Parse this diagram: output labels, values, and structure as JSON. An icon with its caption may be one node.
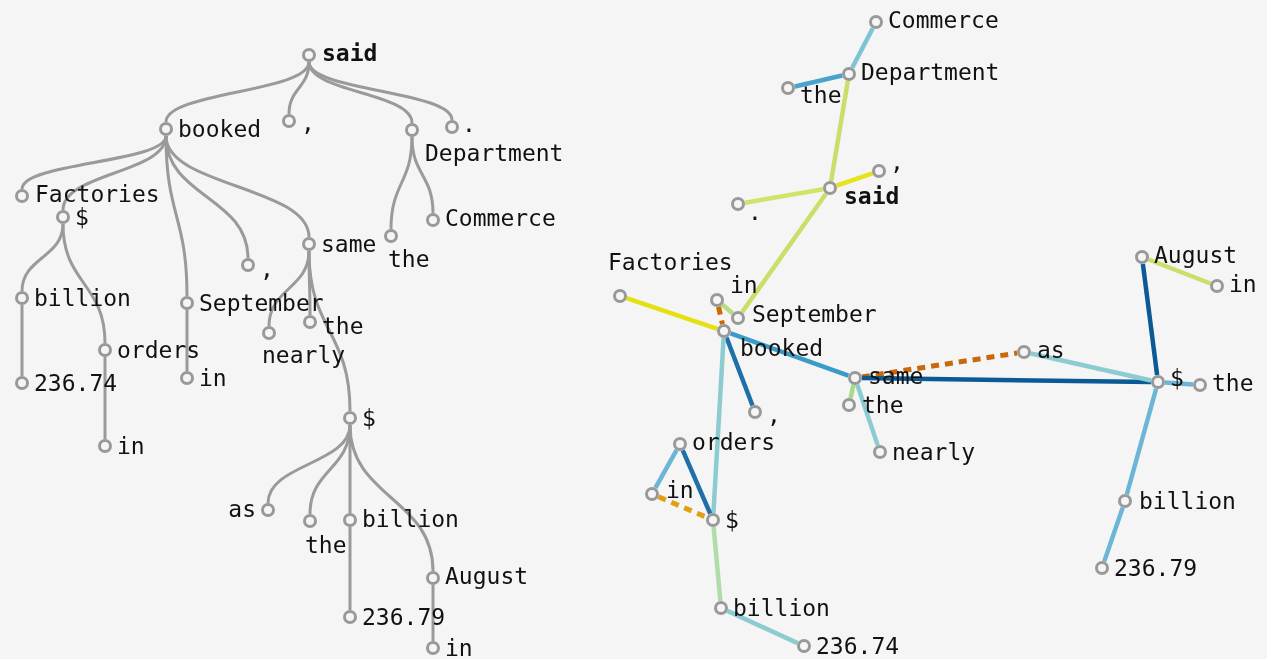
{
  "diagram": {
    "nodes": [
      {
        "text": [
          "said"
        ]
      },
      {
        "text": [
          "booked"
        ]
      },
      {
        "text": [
          ","
        ]
      },
      {
        "text": [
          "Department"
        ]
      },
      {
        "text": [
          "."
        ]
      },
      {
        "text": [
          "Factories"
        ]
      },
      {
        "text": [
          "$"
        ]
      },
      {
        "text": [
          "September"
        ]
      },
      {
        "text": [
          ","
        ]
      },
      {
        "text": [
          "same"
        ]
      },
      {
        "text": [
          "the"
        ]
      },
      {
        "text": [
          "Commerce"
        ]
      },
      {
        "text": [
          "billion"
        ]
      },
      {
        "text": [
          "orders"
        ]
      },
      {
        "text": [
          "in"
        ]
      },
      {
        "text": [
          "nearly"
        ]
      },
      {
        "text": [
          "the"
        ]
      },
      {
        "text": [
          "$"
        ]
      },
      {
        "text": [
          "236.74"
        ]
      },
      {
        "text": [
          "in"
        ]
      },
      {
        "text": [
          "as"
        ]
      },
      {
        "text": [
          "the"
        ]
      },
      {
        "text": [
          "billion"
        ]
      },
      {
        "text": [
          "August"
        ]
      },
      {
        "text": [
          "236.79"
        ]
      },
      {
        "text": [
          "in"
        ]
      },
      {
        "text": [
          "Commerce"
        ]
      },
      {
        "text": [
          "Department"
        ]
      },
      {
        "text": [
          "the"
        ]
      },
      {
        "text": [
          ","
        ]
      },
      {
        "text": [
          "said"
        ]
      },
      {
        "text": [
          "."
        ]
      },
      {
        "text": [
          "Factories"
        ]
      },
      {
        "text": [
          "in"
        ]
      },
      {
        "text": [
          "September"
        ]
      },
      {
        "text": [
          "booked"
        ]
      },
      {
        "text": [
          "August"
        ]
      },
      {
        "text": [
          "in"
        ]
      },
      {
        "text": [
          "as"
        ]
      },
      {
        "text": [
          "same"
        ]
      },
      {
        "text": [
          "the"
        ]
      },
      {
        "text": [
          "$"
        ]
      },
      {
        "text": [
          "the"
        ]
      },
      {
        "text": [
          ","
        ]
      },
      {
        "text": [
          "orders"
        ]
      },
      {
        "text": [
          "nearly"
        ]
      },
      {
        "text": [
          "in"
        ]
      },
      {
        "text": [
          "$"
        ]
      },
      {
        "text": [
          "billion"
        ]
      },
      {
        "text": [
          "236.79"
        ]
      },
      {
        "text": [
          "billion"
        ]
      },
      {
        "text": [
          "236.74"
        ]
      }
    ],
    "edges": [
      {
        "from": 0,
        "to": 1,
        "arrow": "none"
      },
      {
        "from": 0,
        "to": 2,
        "arrow": "none"
      },
      {
        "from": 0,
        "to": 3,
        "arrow": "none"
      },
      {
        "from": 0,
        "to": 4,
        "arrow": "none"
      },
      {
        "from": 3,
        "to": 10,
        "arrow": "none"
      },
      {
        "from": 3,
        "to": 11,
        "arrow": "none"
      },
      {
        "from": 1,
        "to": 5,
        "arrow": "none"
      },
      {
        "from": 1,
        "to": 6,
        "arrow": "none"
      },
      {
        "from": 1,
        "to": 7,
        "arrow": "none"
      },
      {
        "from": 1,
        "to": 8,
        "arrow": "none"
      },
      {
        "from": 1,
        "to": 9,
        "arrow": "none"
      },
      {
        "from": 6,
        "to": 12,
        "arrow": "none"
      },
      {
        "from": 6,
        "to": 13,
        "arrow": "none"
      },
      {
        "from": 12,
        "to": 18,
        "arrow": "none"
      },
      {
        "from": 13,
        "to": 19,
        "arrow": "none"
      },
      {
        "from": 7,
        "to": 14,
        "arrow": "none"
      },
      {
        "from": 9,
        "to": 15,
        "arrow": "none"
      },
      {
        "from": 9,
        "to": 16,
        "arrow": "none"
      },
      {
        "from": 9,
        "to": 17,
        "arrow": "none"
      },
      {
        "from": 17,
        "to": 20,
        "arrow": "none"
      },
      {
        "from": 17,
        "to": 21,
        "arrow": "none"
      },
      {
        "from": 17,
        "to": 22,
        "arrow": "none"
      },
      {
        "from": 17,
        "to": 23,
        "arrow": "none"
      },
      {
        "from": 22,
        "to": 24,
        "arrow": "none"
      },
      {
        "from": 23,
        "to": 25,
        "arrow": "none"
      },
      {
        "from": 26,
        "to": 27,
        "arrow": "none",
        "color": "#7ec4d4"
      },
      {
        "from": 27,
        "to": 28,
        "arrow": "none",
        "color": "#4aa3cc"
      },
      {
        "from": 27,
        "to": 30,
        "arrow": "none",
        "color": "#c8e06a"
      },
      {
        "from": 30,
        "to": 29,
        "arrow": "none",
        "color": "#e6e31a"
      },
      {
        "from": 30,
        "to": 31,
        "arrow": "none",
        "color": "#d2e36a"
      },
      {
        "from": 30,
        "to": 34,
        "arrow": "none",
        "color": "#c8e06a"
      },
      {
        "from": 32,
        "to": 35,
        "arrow": "none",
        "color": "#e5e010"
      },
      {
        "from": 33,
        "to": 35,
        "arrow": "none",
        "style": "dashed",
        "color": "#cc6a00"
      },
      {
        "from": 33,
        "to": 34,
        "arrow": "none",
        "color": "#b8dc80"
      },
      {
        "from": 35,
        "to": 39,
        "arrow": "none",
        "color": "#3b9bc8"
      },
      {
        "from": 35,
        "to": 43,
        "arrow": "none",
        "color": "#1f6fa8"
      },
      {
        "from": 35,
        "to": 47,
        "arrow": "none",
        "color": "#8ccbd0"
      },
      {
        "from": 39,
        "to": 38,
        "arrow": "none",
        "style": "dashed",
        "color": "#c8690a"
      },
      {
        "from": 39,
        "to": 41,
        "arrow": "none",
        "color": "#0b5a96"
      },
      {
        "from": 38,
        "to": 41,
        "arrow": "none",
        "color": "#8ccbd0"
      },
      {
        "from": 39,
        "to": 40,
        "arrow": "none",
        "color": "#a9d98a"
      },
      {
        "from": 39,
        "to": 45,
        "arrow": "none",
        "color": "#8ccbd0"
      },
      {
        "from": 36,
        "to": 41,
        "arrow": "none",
        "color": "#0b5a96"
      },
      {
        "from": 36,
        "to": 37,
        "arrow": "none",
        "color": "#c8e06a"
      },
      {
        "from": 41,
        "to": 42,
        "arrow": "none",
        "color": "#6bb6d6"
      },
      {
        "from": 41,
        "to": 48,
        "arrow": "none",
        "color": "#6bb6d6"
      },
      {
        "from": 48,
        "to": 49,
        "arrow": "none",
        "color": "#6bb6d6"
      },
      {
        "from": 44,
        "to": 46,
        "arrow": "none",
        "color": "#6bb6d6"
      },
      {
        "from": 44,
        "to": 47,
        "arrow": "none",
        "color": "#1f6fa8"
      },
      {
        "from": 46,
        "to": 47,
        "arrow": "none",
        "style": "dashed",
        "color": "#e0a010"
      },
      {
        "from": 47,
        "to": 50,
        "arrow": "none",
        "color": "#b0dcaa"
      },
      {
        "from": 50,
        "to": 51,
        "arrow": "none",
        "color": "#8ccbd0"
      }
    ]
  }
}
